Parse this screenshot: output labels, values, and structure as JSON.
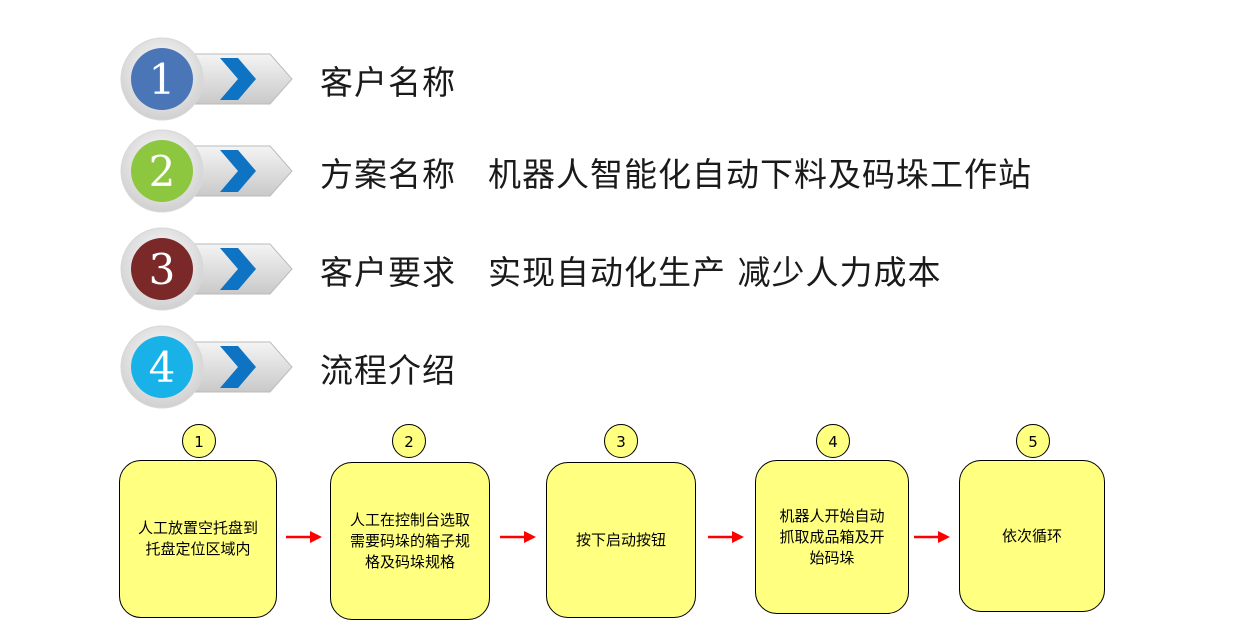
{
  "rows": [
    {
      "number": "1",
      "label": "客户名称",
      "value": "",
      "color": "#4a76b8"
    },
    {
      "number": "2",
      "label": "方案名称",
      "value": "机器人智能化自动下料及码垛工作站",
      "color": "#8dc63f"
    },
    {
      "number": "3",
      "label": "客户要求",
      "value": "实现自动化生产 减少人力成本",
      "color": "#7a2828"
    },
    {
      "number": "4",
      "label": "流程介绍",
      "value": "",
      "color": "#19b2e8"
    }
  ],
  "flow": {
    "steps": [
      {
        "number": "1",
        "text": "人工放置空托盘到托盘定位区域内"
      },
      {
        "number": "2",
        "text": "人工在控制台选取需要码垛的箱子规格及码垛规格"
      },
      {
        "number": "3",
        "text": "按下启动按钮"
      },
      {
        "number": "4",
        "text": "机器人开始自动抓取成品箱及开始码垛"
      },
      {
        "number": "5",
        "text": "依次循环"
      }
    ],
    "box_color": "#ffff80",
    "arrow_color": "#ff0000"
  }
}
